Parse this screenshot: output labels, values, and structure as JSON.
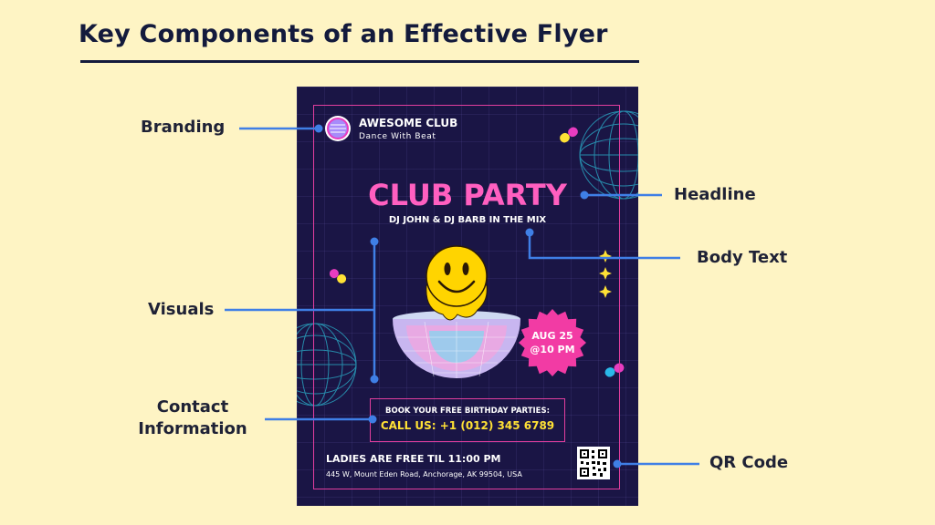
{
  "title": "Key Components of an Effective Flyer",
  "labels": {
    "branding": "Branding",
    "headline": "Headline",
    "body_text": "Body Text",
    "visuals": "Visuals",
    "contact_line1": "Contact",
    "contact_line2": "Information",
    "qr_code": "QR Code"
  },
  "flyer": {
    "brand_name": "AWESOME CLUB",
    "brand_tagline": "Dance With Beat",
    "headline": "CLUB PARTY",
    "body": "DJ JOHN & DJ BARB IN THE MIX",
    "date": "AUG 25",
    "time": "@10 PM",
    "contact_heading": "BOOK YOUR FREE BIRTHDAY PARTIES:",
    "contact_phone": "CALL US: +1 (012) 345 6789",
    "note": "LADIES ARE FREE TIL 11:00 PM",
    "address": "445 W, Mount Eden Road, Anchorage, AK 99504, USA"
  },
  "colors": {
    "background": "#fef4c4",
    "title": "#131a3c",
    "flyer_bg": "#1a1545",
    "accent_pink": "#ff5fc0",
    "accent_yellow": "#ffe135",
    "connector": "#3f7fe6"
  },
  "icons": [
    "club-logo-icon",
    "smiley-icon",
    "disco-ball-icon",
    "pill-icon",
    "sparkle-icon",
    "wire-globe-icon",
    "qr-code-icon"
  ]
}
